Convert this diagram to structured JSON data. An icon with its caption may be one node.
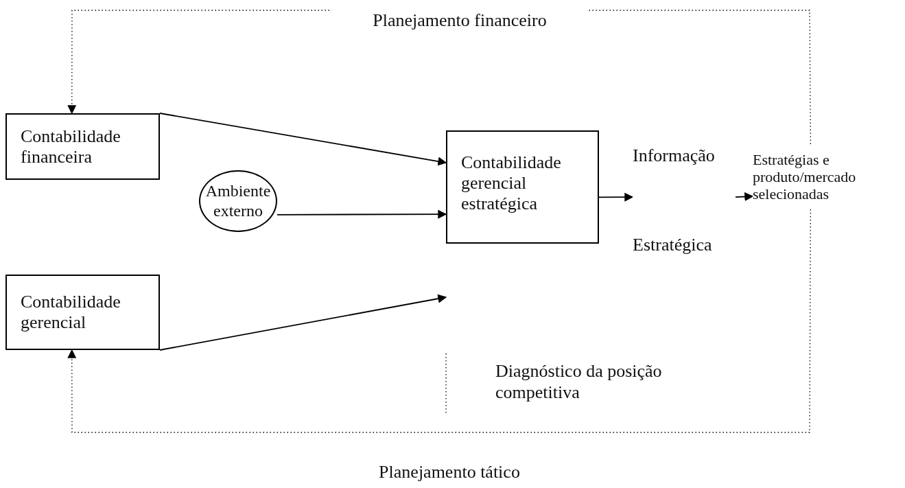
{
  "diagram": {
    "nodes": [
      {
        "text": [
          "Contabilidade financeira"
        ]
      },
      {
        "text": [
          "Ambiente externo"
        ]
      },
      {
        "text": [
          "Contabilidade gerencial"
        ]
      },
      {
        "text": [
          "Contabilidade gerencial estratégica"
        ]
      },
      {
        "text": [
          "Informação",
          "Estratégica"
        ]
      },
      {
        "text": [
          "Estratégias e produto/mercado selecionadas"
        ]
      }
    ],
    "edges": [
      {
        "from": 0,
        "to": 3,
        "arrow": "to"
      },
      {
        "from": 1,
        "to": 3,
        "arrow": "to"
      },
      {
        "from": 2,
        "to": null,
        "arrow": "to"
      },
      {
        "from": 3,
        "to": 4,
        "arrow": "to"
      },
      {
        "from": 4,
        "to": 5,
        "arrow": "to"
      },
      {
        "from": 5,
        "to": 0,
        "arrow": "to",
        "label": "Planejamento financeiro",
        "style": "dashed"
      },
      {
        "from": 5,
        "to": 2,
        "arrow": "to",
        "label": "Planejamento tático",
        "style": "dashed"
      }
    ],
    "labels": [
      "Diagnóstico da posição competitiva"
    ]
  }
}
